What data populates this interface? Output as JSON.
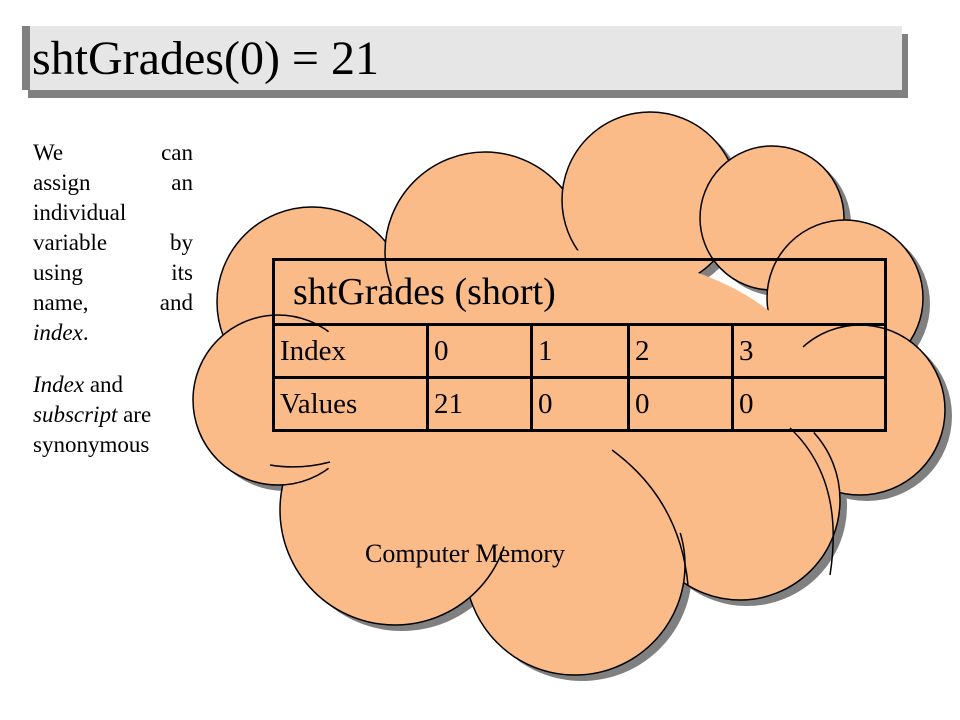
{
  "title": "shtGrades(0) = 21",
  "description": {
    "paragraph1_lines": [
      "We can",
      "assign an",
      "individual",
      "variable by",
      "using its",
      "name, and"
    ],
    "paragraph1_last": "index",
    "paragraph1_period": ".",
    "paragraph2_word1": "Index",
    "paragraph2_text1": " and",
    "paragraph2_word2": "subscript",
    "paragraph2_text2": " are",
    "paragraph2_line3": "synonymous"
  },
  "array": {
    "header": "shtGrades  (short)",
    "index_label": "Index",
    "index_values": [
      "0",
      "1",
      "2",
      "3"
    ],
    "values_label": "Values",
    "values": [
      "21",
      "0",
      "0",
      "0"
    ]
  },
  "memory_label": "Computer Memory",
  "colors": {
    "cloud_fill": "#fbbb88",
    "cloud_shadow": "#808080",
    "title_bar": "#e6e6e6",
    "title_bar_edge": "#808080"
  }
}
